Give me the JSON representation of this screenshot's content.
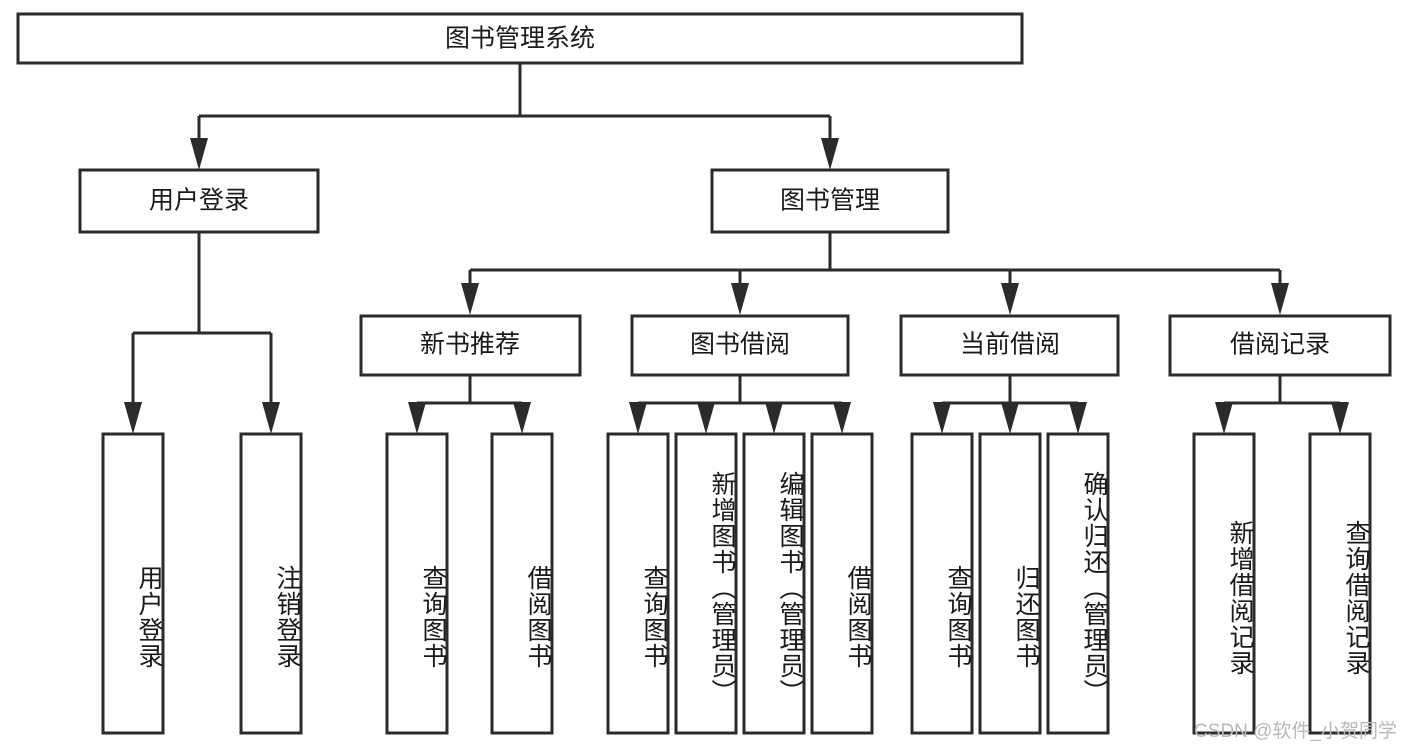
{
  "diagram": {
    "type": "hierarchy-tree",
    "title": "图书管理系统",
    "watermark": "CSDN @软件_小贺同学",
    "colors": {
      "box_stroke": "#2b2b2b",
      "box_fill": "#ffffff",
      "text": "#1a1a1a",
      "connector": "#2b2b2b",
      "background": "#ffffff",
      "watermark": "#b9b9b9"
    },
    "levels": {
      "root": {
        "label": "图书管理系统"
      },
      "level1": [
        {
          "id": "user-login",
          "label": "用户登录"
        },
        {
          "id": "book-manage",
          "label": "图书管理"
        }
      ],
      "level2": [
        {
          "id": "new-book-rec",
          "label": "新书推荐",
          "parent": "book-manage"
        },
        {
          "id": "book-borrow",
          "label": "图书借阅",
          "parent": "book-manage"
        },
        {
          "id": "current-borrow",
          "label": "当前借阅",
          "parent": "book-manage"
        },
        {
          "id": "borrow-record",
          "label": "借阅记录",
          "parent": "book-manage"
        }
      ],
      "leaves": [
        {
          "id": "leaf-user-login",
          "label": "用户登录",
          "parent": "user-login"
        },
        {
          "id": "leaf-logout-login",
          "label": "注销登录",
          "parent": "user-login"
        },
        {
          "id": "leaf-query-book-1",
          "label": "查询图书",
          "parent": "new-book-rec"
        },
        {
          "id": "leaf-borrow-book-1",
          "label": "借阅图书",
          "parent": "new-book-rec"
        },
        {
          "id": "leaf-query-book-2",
          "label": "查询图书",
          "parent": "book-borrow"
        },
        {
          "id": "leaf-add-book",
          "label": "新增图书（管理员）",
          "parent": "book-borrow"
        },
        {
          "id": "leaf-edit-book",
          "label": "编辑图书（管理员）",
          "parent": "book-borrow"
        },
        {
          "id": "leaf-borrow-book-2",
          "label": "借阅图书",
          "parent": "book-borrow"
        },
        {
          "id": "leaf-query-book-3",
          "label": "查询图书",
          "parent": "current-borrow"
        },
        {
          "id": "leaf-return-book",
          "label": "归还图书",
          "parent": "current-borrow"
        },
        {
          "id": "leaf-confirm-return",
          "label": "确认归还（管理员）",
          "parent": "current-borrow"
        },
        {
          "id": "leaf-add-record",
          "label": "新增借阅记录",
          "parent": "borrow-record"
        },
        {
          "id": "leaf-query-record",
          "label": "查询借阅记录",
          "parent": "borrow-record"
        }
      ]
    }
  }
}
